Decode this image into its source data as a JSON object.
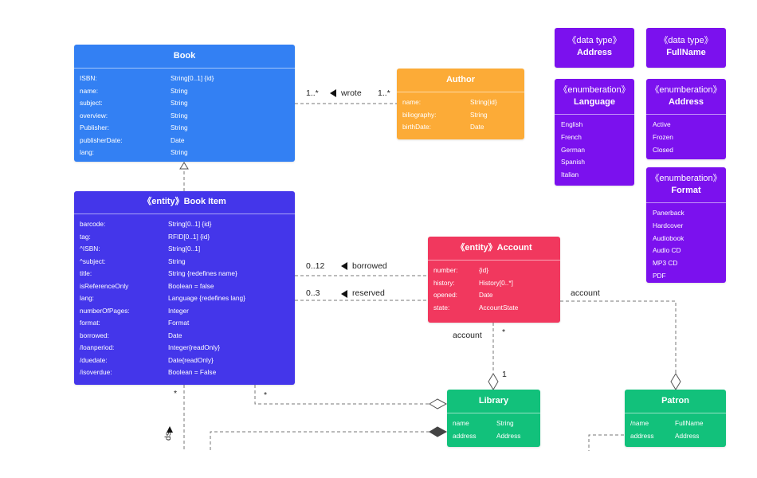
{
  "classes": {
    "book": {
      "title": "Book",
      "attributes": [
        {
          "name": "ISBN:",
          "type": "String[0..1] {id}"
        },
        {
          "name": "name:",
          "type": "String"
        },
        {
          "name": "subject:",
          "type": "String"
        },
        {
          "name": "overview:",
          "type": "String"
        },
        {
          "name": "Publisher:",
          "type": "String"
        },
        {
          "name": "publisherDate:",
          "type": "Date"
        },
        {
          "name": "lang:",
          "type": "String"
        }
      ]
    },
    "author": {
      "title": "Author",
      "attributes": [
        {
          "name": "name:",
          "type": "String{id}"
        },
        {
          "name": "biliography:",
          "type": "String"
        },
        {
          "name": "birthDate:",
          "type": "Date"
        }
      ]
    },
    "book_item": {
      "title": "《entity》Book Item",
      "attributes": [
        {
          "name": "barcode:",
          "type": "String[0..1] {id}"
        },
        {
          "name": "tag:",
          "type": "RFID[0..1] {id}"
        },
        {
          "name": "^ISBN:",
          "type": "String[0..1]"
        },
        {
          "name": "^subject:",
          "type": "String"
        },
        {
          "name": "title:",
          "type": "String {redefines name}"
        },
        {
          "name": "isReferenceOnly",
          "type": "Boolean = false"
        },
        {
          "name": "lang:",
          "type": "Language {redefines lang}"
        },
        {
          "name": "numberOfPages:",
          "type": "Integer"
        },
        {
          "name": "format:",
          "type": "Format"
        },
        {
          "name": "borrowed:",
          "type": "Date"
        },
        {
          "name": "/loanperiod:",
          "type": "Integer{readOnly}"
        },
        {
          "name": "/duedate:",
          "type": "Date{readOnly}"
        },
        {
          "name": "/isoverdue:",
          "type": "Boolean = False"
        }
      ]
    },
    "account": {
      "title": "《entity》Account",
      "attributes": [
        {
          "name": "number:",
          "type": "{id}"
        },
        {
          "name": "history:",
          "type": "History[0..*]"
        },
        {
          "name": "opened:",
          "type": "Date"
        },
        {
          "name": "state:",
          "type": "AccountState"
        }
      ]
    },
    "library": {
      "title": "Library",
      "attributes": [
        {
          "name": "name",
          "type": "String"
        },
        {
          "name": "address",
          "type": "Address"
        }
      ]
    },
    "patron": {
      "title": "Patron",
      "attributes": [
        {
          "name": "/name",
          "type": "FullName"
        },
        {
          "name": "address",
          "type": "Address"
        }
      ]
    },
    "dt_address": {
      "stereotype": "《data type》",
      "title": "Address"
    },
    "dt_fullname": {
      "stereotype": "《data type》",
      "title": "FullName"
    },
    "enum_language": {
      "stereotype": "《enumberation》",
      "title": "Language",
      "literals": [
        "English",
        "French",
        "German",
        "Spanish",
        "Italian"
      ]
    },
    "enum_address": {
      "stereotype": "《enumberation》",
      "title": "Address",
      "literals": [
        "Active",
        "Frozen",
        "Closed"
      ]
    },
    "enum_format": {
      "stereotype": "《enumberation》",
      "title": "Format",
      "literals": [
        "Panerback",
        "Hardcover",
        "Audiobook",
        "Audio CD",
        "MP3 CD",
        "PDF"
      ]
    }
  },
  "associations": {
    "wrote": {
      "label": "wrote",
      "mult_book": "1..*",
      "mult_author": "1..*"
    },
    "borrowed": {
      "label": "borrowed",
      "mult": "0..12"
    },
    "reserved": {
      "label": "reserved",
      "mult": "0..3"
    },
    "account_patron": {
      "label": "account"
    },
    "account_library": {
      "label": "account",
      "mult_account": "*",
      "mult_library": "1"
    },
    "bookitem_library": {
      "mult": "*"
    },
    "bookitem_bottom": {
      "mult": "*",
      "label_fragment": "ds"
    }
  },
  "colors": {
    "book": "#3380f3",
    "book_item": "#4436ea",
    "author": "#fcab37",
    "account": "#f1385e",
    "library": "#12c17b",
    "patron": "#12c17b",
    "datatype": "#7b11ee"
  }
}
